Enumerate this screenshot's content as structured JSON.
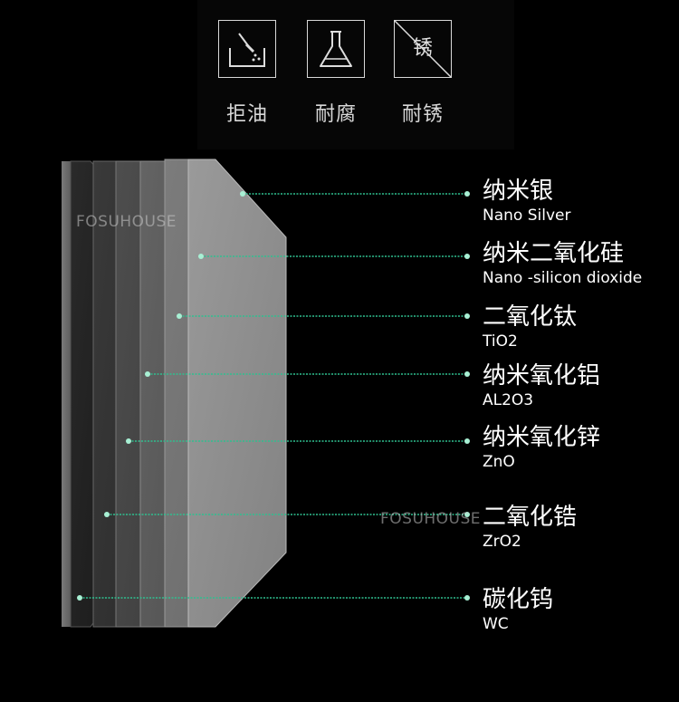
{
  "features": [
    {
      "icon": "oil-repellent-icon",
      "label": "拒油"
    },
    {
      "icon": "flask-icon",
      "label": "耐腐"
    },
    {
      "icon": "rust-proof-icon",
      "label": "耐锈",
      "glyph": "锈"
    }
  ],
  "watermarks": [
    "FOSUHOUSE",
    "FOSUHOUSE"
  ],
  "layers": [
    {
      "zh": "纳米银",
      "en": "Nano Silver"
    },
    {
      "zh": "纳米二氧化硅",
      "en": "Nano -silicon dioxide"
    },
    {
      "zh": "二氧化钛",
      "en": "TiO2"
    },
    {
      "zh": "纳米氧化铝",
      "en": "AL2O3"
    },
    {
      "zh": "纳米氧化锌",
      "en": "ZnO"
    },
    {
      "zh": "二氧化锆",
      "en": "ZrO2"
    },
    {
      "zh": "碳化钨",
      "en": "WC"
    }
  ],
  "colors": {
    "line": "#2fbf8f",
    "dot": "#a8f0d4",
    "background": "#000000"
  }
}
